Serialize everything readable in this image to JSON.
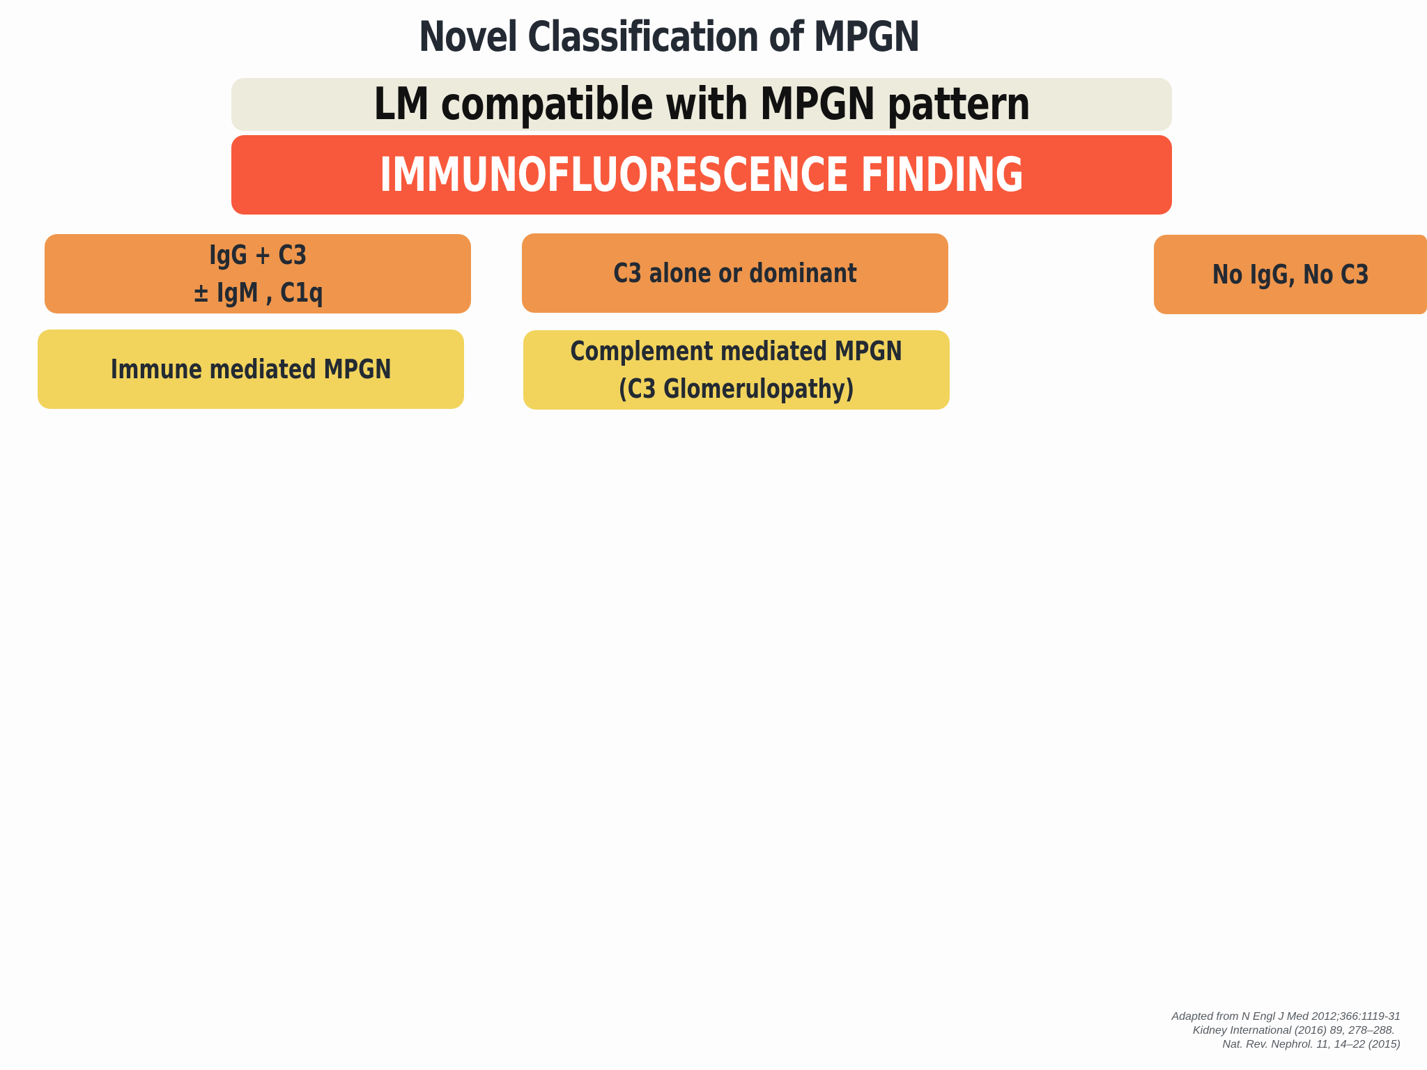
{
  "title": "Novel Classification of MPGN",
  "lm_bar": "LM compatible with MPGN pattern",
  "if_bar": "IMMUNOFLUORESCENCE FINDING",
  "findings": {
    "igg_c3": {
      "line1": "IgG + C3",
      "line2": "± IgM , C1q"
    },
    "c3_alone": "C3 alone or dominant",
    "no_igg": "No IgG, No C3"
  },
  "outcomes": {
    "immune": "Immune mediated  MPGN",
    "complement": {
      "line1": "Complement mediated  MPGN",
      "line2": "(C3 Glomerulopathy)"
    }
  },
  "references": [
    "Adapted from N Engl J Med 2012;366:1119-31",
    "Kidney International (2016) 89, 278–288.",
    "Nat. Rev. Nephrol. 11, 14–22 (2015)"
  ],
  "colors": {
    "lm_bar": "#ecebdc",
    "if_bar": "#f8593c",
    "finding_box": "#ef964c",
    "outcome_box": "#f2d45d",
    "text_dark": "#232a33"
  }
}
